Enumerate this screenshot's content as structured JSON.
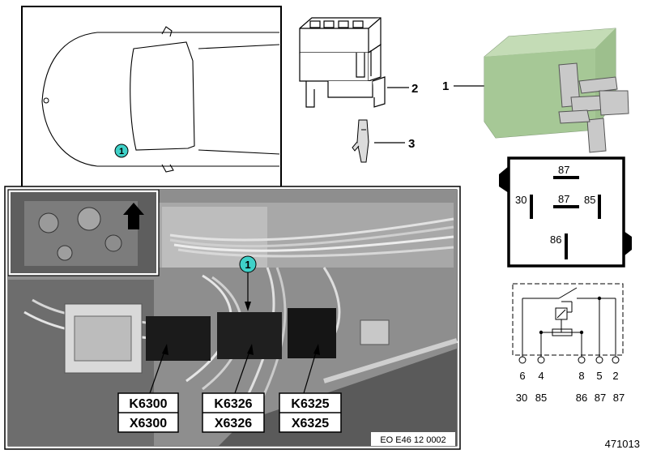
{
  "callouts": {
    "location_marker": "1",
    "photo_marker": "1",
    "part_relay": "1",
    "part_socket": "2",
    "part_terminal": "3"
  },
  "relay_terminals": {
    "top": "87",
    "left": "30",
    "center": "87",
    "right": "85",
    "bottom": "86"
  },
  "photo_labels": [
    {
      "relay": "K6300",
      "connector": "X6300"
    },
    {
      "relay": "K6326",
      "connector": "X6326"
    },
    {
      "relay": "K6325",
      "connector": "X6325"
    }
  ],
  "photo_caption": "EO E46 12 0002",
  "pins": {
    "pin_numbers": [
      "6",
      "4",
      "8",
      "5",
      "2"
    ],
    "terminal_numbers": [
      "30",
      "85",
      "86",
      "87",
      "87"
    ]
  },
  "diagram_id": "471013"
}
